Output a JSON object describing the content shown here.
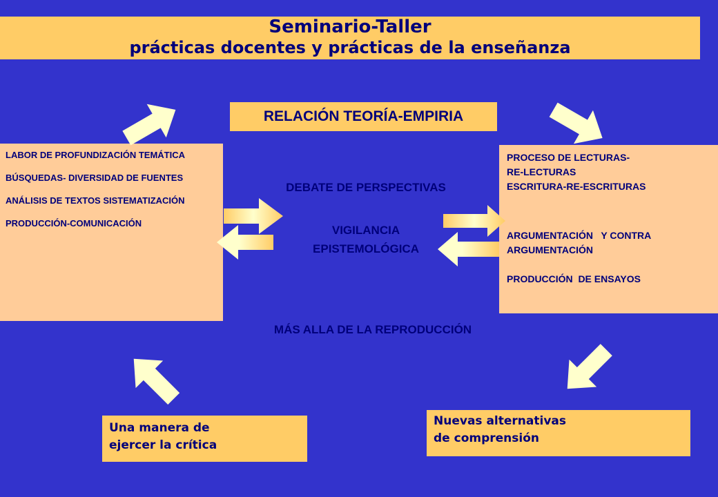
{
  "title": {
    "main": "Seminario-Taller",
    "sub": "prácticas docentes y prácticas de la enseñanza"
  },
  "center_title": "RELACIÓN TEORÍA-EMPIRIA",
  "left_box": {
    "items": [
      "LABOR DE PROFUNDIZACIÓN TEMÁTICA",
      "BÚSQUEDAS- DIVERSIDAD DE FUENTES",
      "ANÁLISIS DE TEXTOS SISTEMATIZACIÓN",
      "PRODUCCIÓN-COMUNICACIÓN"
    ]
  },
  "right_box": {
    "line1": "PROCESO DE LECTURAS-",
    "line2": "RE-LECTURAS",
    "line3": "ESCRITURA-RE-ESCRITURAS",
    "line4": "ARGUMENTACIÓN   Y CONTRA",
    "line5": "ARGUMENTACIÓN",
    "line6": "PRODUCCIÓN  DE ENSAYOS"
  },
  "middle": {
    "debate": "DEBATE DE PERSPECTIVAS",
    "vigilancia_1": "VIGILANCIA",
    "vigilancia_2": "EPISTEMOLÓGICA",
    "mas_alla": "MÁS ALLA DE LA REPRODUCCIÓN"
  },
  "bottom_left": {
    "line1": "Una manera de",
    "line2": "ejercer la crítica"
  },
  "bottom_right": {
    "line1": "Nuevas alternativas",
    "line2": "de comprensión"
  },
  "colors": {
    "background": "#3333cc",
    "title_fill": "#ffcc66",
    "box_fill": "#ffcc99",
    "text": "#00007a",
    "arrow_light": "#ffffcc",
    "arrow_gold": "#ffcc66"
  }
}
